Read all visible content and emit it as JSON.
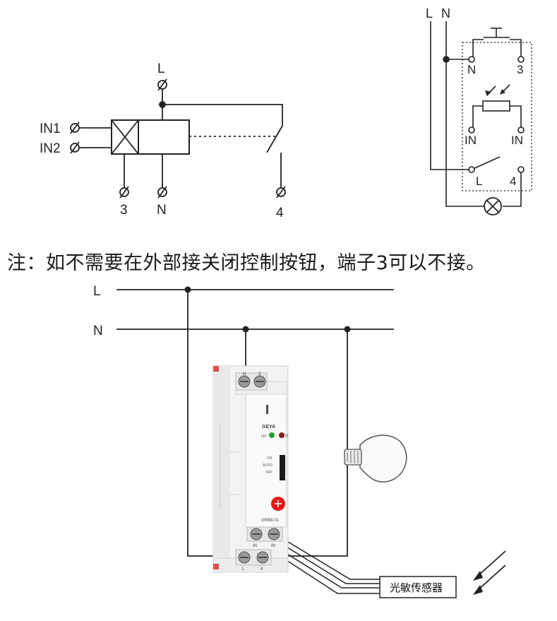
{
  "schematic": {
    "label_L": "L",
    "label_IN1": "IN1",
    "label_IN2": "IN2",
    "label_3": "3",
    "label_N": "N",
    "label_4": "4"
  },
  "internal": {
    "label_L": "L",
    "label_N": "N",
    "term_N": "N",
    "term_3": "3",
    "term_IN_left": "IN",
    "term_IN_right": "IN",
    "term_L": "L",
    "term_4": "4"
  },
  "note": "注：如不需要在外部接关闭控制按钮，端子3可以不接。",
  "wiring": {
    "line_L": "L",
    "line_N": "N",
    "sensor_label": "光敏传感器"
  },
  "device": {
    "brand": "GEYA",
    "led_un": "Un",
    "led_r": "R",
    "mode_on": "ON",
    "mode_auto": "AUTO",
    "mode_off": "OFF",
    "model": "GRB8-01",
    "top_term_n": "N",
    "top_term_3": "3",
    "bottom_term_in1": "IN",
    "bottom_term_in2": "IN",
    "bottom_term_l": "L",
    "bottom_term_4": "4",
    "front_mark": "I"
  }
}
